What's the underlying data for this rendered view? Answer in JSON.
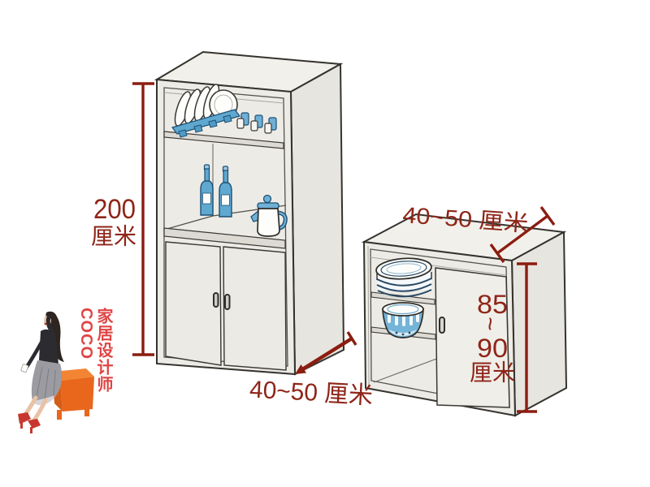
{
  "labels": {
    "tall_cabinet_height_value": "200",
    "tall_cabinet_height_unit": "厘米",
    "tall_cabinet_depth": "40~50 厘米",
    "low_cabinet_depth": "40~50 厘米",
    "low_cabinet_height_value_top": "85",
    "low_cabinet_height_tilde": "~",
    "low_cabinet_height_value_bottom": "90",
    "low_cabinet_height_unit": "厘米"
  },
  "watermark": {
    "text": "家居设计师COCO"
  },
  "colors": {
    "dimension_line": "#8b1d10",
    "dimension_text": "#8e2518",
    "cabinet_fill": "#edebe6",
    "cabinet_top_fill": "#f2f0ea",
    "cabinet_side_fill": "#e7e5df",
    "outline": "#35332e",
    "accent_blue": "#6fb0d6",
    "accent_blue_dark": "#1d4f74",
    "plate_white": "#fdfdfb",
    "watermark_red": "#e04545",
    "stool_orange": "#e8671d"
  }
}
